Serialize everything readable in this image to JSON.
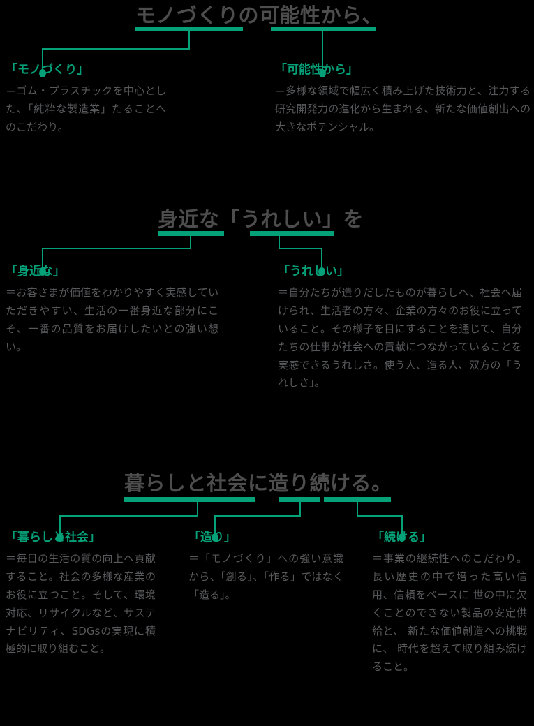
{
  "theme": {
    "background": "#000000",
    "accent": "#05a178",
    "headline_color": "#4d4d4d",
    "body_color": "#58595b"
  },
  "sections": [
    {
      "id": "section-1",
      "headline": "モノづくりの可能性から、",
      "columns": [
        {
          "label": "「モノづくり」",
          "body": "＝ゴム・プラスチックを中心とした、「純粋な製造業」たることへのこだわり。"
        },
        {
          "label": "「可能性から」",
          "body": "＝多様な領域で幅広く積み上げた技術力と、注力する研究開発力の進化から生まれる、新たな価値創出への大きなポテンシャル。"
        }
      ]
    },
    {
      "id": "section-2",
      "headline": "身近な「うれしい」を",
      "columns": [
        {
          "label": "「身近な」",
          "body": "＝お客さまが価値をわかりやすく実感していただきやすい、生活の一番身近な部分にこそ、一番の品質をお届けしたいとの強い想い。"
        },
        {
          "label": "「うれしい」",
          "body": "＝自分たちが造りだしたものが暮らしへ、社会へ届けられ、生活者の方々、企業の方々のお役に立っていること。その様子を目にすることを通じて、自分たちの仕事が社会への貢献につながっていることを実感できるうれしさ。使う人、造る人、双方の「うれしさ」。"
        }
      ]
    },
    {
      "id": "section-3",
      "headline": "暮らしと社会に造り続ける。",
      "columns": [
        {
          "label": "「暮らしと社会」",
          "body": "＝毎日の生活の質の向上へ貢献すること。社会の多様な産業のお役に立つこと。そして、環境対応、リサイクルなど、サステナビリティ、SDGsの実現に積極的に取り組むこと。"
        },
        {
          "label": "「造り」",
          "body": "＝「モノづくり」への強い意識から、「創る」、「作る」ではなく「造る」。"
        },
        {
          "label": "「続ける」",
          "body": "＝事業の継続性へのこだわり。 長い歴史の中で培った高い信用、信頼をベースに 世の中に欠くことのできない製品の安定供給と、 新たな価値創造への挑戦に、 時代を超えて取り組み続けること。"
        }
      ]
    }
  ]
}
